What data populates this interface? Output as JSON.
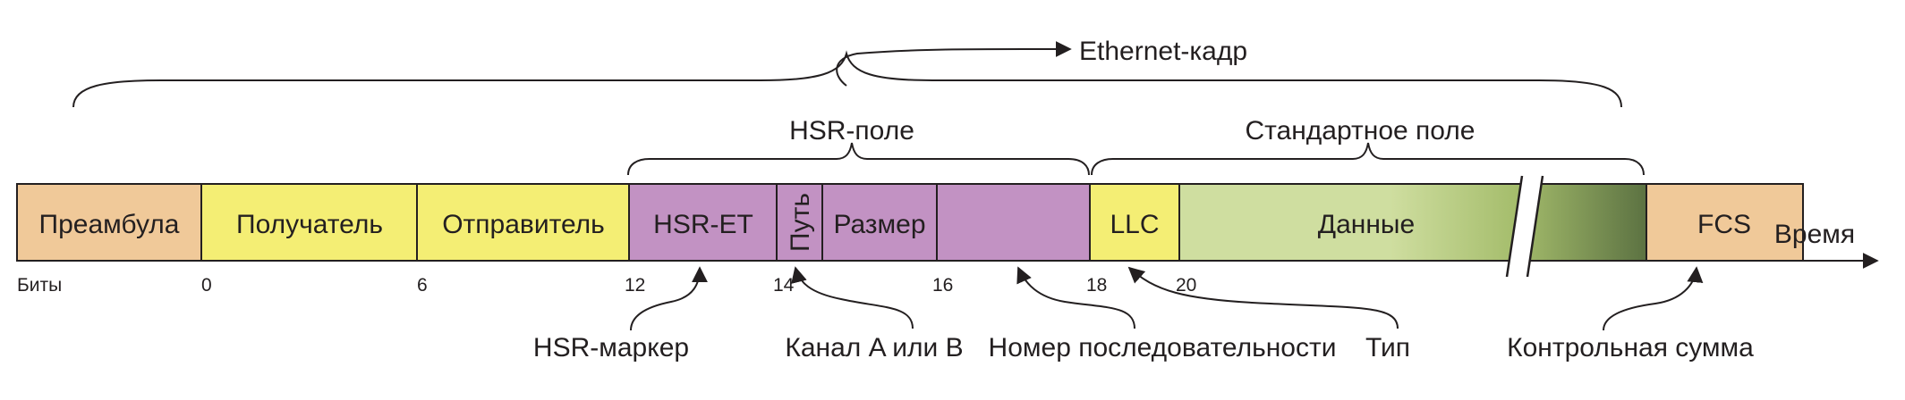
{
  "colors": {
    "orange": "#f0c999",
    "yellow": "#f4ee74",
    "purple": "#c292c3",
    "data_light": "#cfdea0",
    "data_mid": "#a5bd6c",
    "data_dark": "#5c7242",
    "outline": "#231f20"
  },
  "top_label": "Ethernet-кадр",
  "hsr_group_label": "HSR-поле",
  "standard_group_label": "Стандартное поле",
  "fields": {
    "preamble": "Преамбула",
    "receiver": "Получатель",
    "sender": "Отправитель",
    "hsr_et": "HSR-ET",
    "path": "Путь",
    "size": "Размер",
    "llc": "LLC",
    "data": "Данные",
    "fcs": "FCS"
  },
  "axis_label": "Время",
  "ticks": {
    "bits": "Биты",
    "t0": "0",
    "t6": "6",
    "t12": "12",
    "t14": "14",
    "t16": "16",
    "t18": "18",
    "t20": "20"
  },
  "callouts": {
    "hsr_marker": "HSR-маркер",
    "channel": "Канал A или B",
    "sequence_number": "Номер последовательности",
    "type": "Тип",
    "checksum": "Контрольная сумма"
  }
}
